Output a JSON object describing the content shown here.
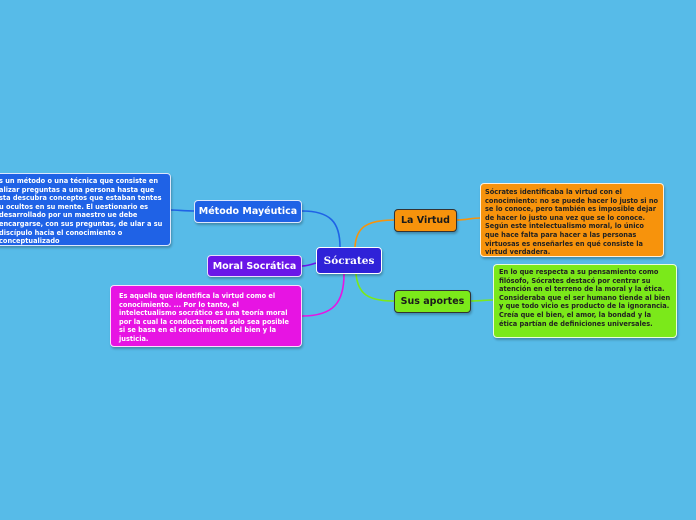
{
  "center": {
    "label": "Sócrates"
  },
  "branches": {
    "virtud": {
      "label": "La Virtud",
      "note": "Sócrates identificaba la virtud con el conocimiento: no se puede hacer lo justo si no se lo conoce, pero también es imposible dejar de hacer lo justo una vez que se lo conoce. Según este intelectualismo moral, lo único que hace falta para hacer a las personas virtuosas es enseñarles en qué consiste la virtud verdadera."
    },
    "aportes": {
      "label": "Sus aportes",
      "note": "En lo que respecta a su pensamiento como filósofo, Sócrates destacó por centrar su atención en el terreno de la moral y la ética. Consideraba que el ser humano tiende al bien y que todo vicio es producto de la ignorancia. Creía que el bien, el amor, la bondad y la ética partían de definiciones universales."
    },
    "metodo": {
      "label": "Método Mayéutica",
      "note": "s un método o una técnica que consiste en alizar preguntas a una persona hasta que sta descubra conceptos que estaban tentes u ocultos en su mente. El uestionario es desarrollado por un maestro ue debe encargarse, con sus preguntas, de ular a su discípulo hacia el conocimiento o conceptualizado"
    },
    "moral": {
      "label": "Moral Socrática",
      "note": "Es aquella que identifica la virtud como el conocimiento. ... Por lo tanto, el intelectualismo socrático es una teoría moral por la cual la conducta moral solo sea posible si se basa en el conocimiento del bien y la justicia."
    }
  },
  "colors": {
    "background": "#57bbe8",
    "center": "#2f22d8",
    "virtud": "#f7930c",
    "aportes": "#7be91a",
    "metodo": "#1f62e6",
    "moral_label": "#6a16e8",
    "moral_note": "#e714e3"
  }
}
